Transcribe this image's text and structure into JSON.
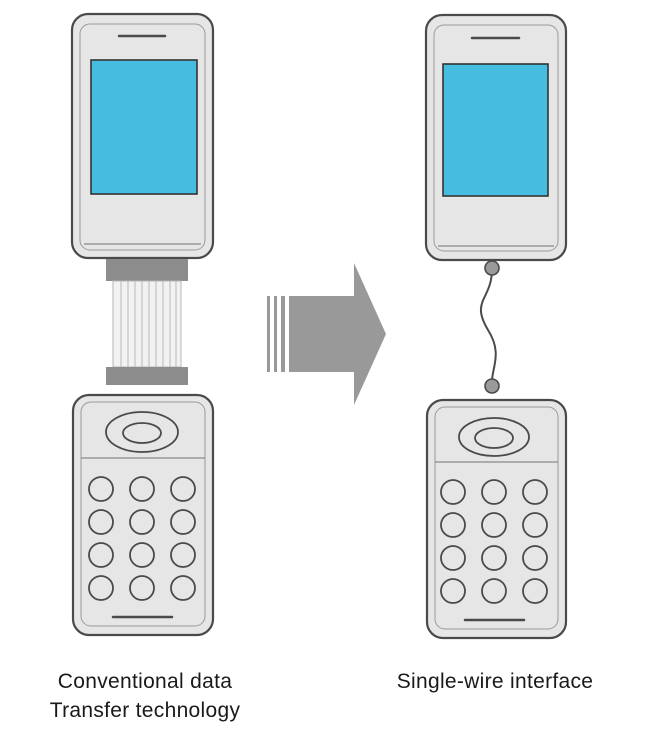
{
  "left_panel": {
    "caption_line1": "Conventional data",
    "caption_line2": "Transfer technology"
  },
  "right_panel": {
    "caption_line1": "Single-wire interface"
  },
  "colors": {
    "screen": "#45bde0",
    "phone_body": "#e6e6e6",
    "outline": "#4a4a4a",
    "connector": "#8c8c8c",
    "ribbon": "#f2f2f2",
    "arrow": "#999999"
  },
  "icons": {
    "transition": "right-arrow-icon",
    "keypad_key": "circle-key-icon",
    "nav_key": "oval-nav-key-icon"
  }
}
